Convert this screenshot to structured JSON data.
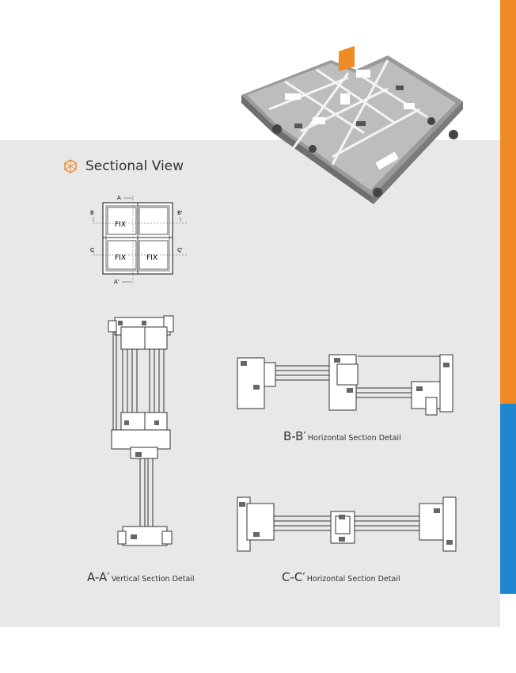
{
  "header": {
    "title": "Sectional View"
  },
  "window_key": {
    "panes": [
      "FIX",
      "FIX",
      "FIX"
    ],
    "markers": [
      "A",
      "A'",
      "B",
      "B'",
      "C",
      "C'"
    ]
  },
  "details": [
    {
      "code": "A-A′",
      "label": "Vertical Section Detail"
    },
    {
      "code": "B-B′",
      "label": "Horizontal Section Detail"
    },
    {
      "code": "C-C′",
      "label": "Horizontal Section Detail"
    }
  ],
  "colors": {
    "accent_orange": "#f08a24",
    "accent_blue": "#1f86d0",
    "band_gray": "#e8e8e9"
  }
}
